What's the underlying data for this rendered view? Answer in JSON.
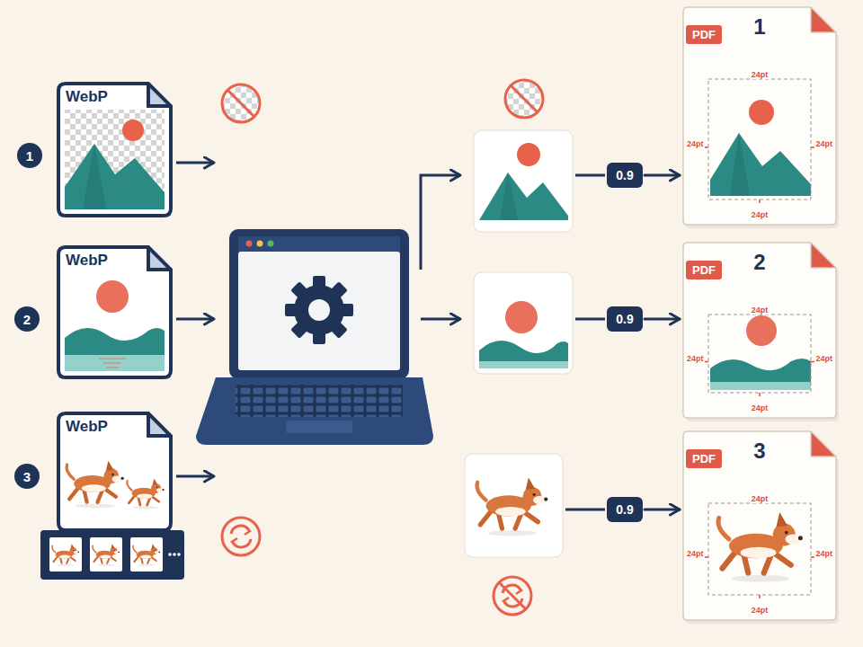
{
  "diagram": {
    "nodes": [
      {
        "text": [
          "1"
        ]
      },
      {
        "text": [
          "WebP"
        ]
      },
      {
        "text": [
          "2"
        ]
      },
      {
        "text": [
          "WebP"
        ]
      },
      {
        "text": [
          "3"
        ]
      },
      {
        "text": [
          "WebP"
        ]
      },
      {
        "text": [
          "0.9"
        ]
      },
      {
        "text": [
          "PDF",
          "1",
          "24pt",
          "24pt",
          "24pt",
          "24pt"
        ]
      },
      {
        "text": [
          "0.9"
        ]
      },
      {
        "text": [
          "PDF",
          "2",
          "24pt",
          "24pt",
          "24pt",
          "24pt"
        ]
      },
      {
        "text": [
          "0.9"
        ]
      },
      {
        "text": [
          "PDF",
          "3",
          "24pt",
          "24pt",
          "24pt",
          "24pt"
        ]
      }
    ],
    "edges": [
      {
        "from": 6,
        "to": 7,
        "arrow": "to"
      },
      {
        "from": 8,
        "to": 9,
        "arrow": "to"
      },
      {
        "from": 10,
        "to": 11,
        "arrow": "to"
      }
    ]
  }
}
